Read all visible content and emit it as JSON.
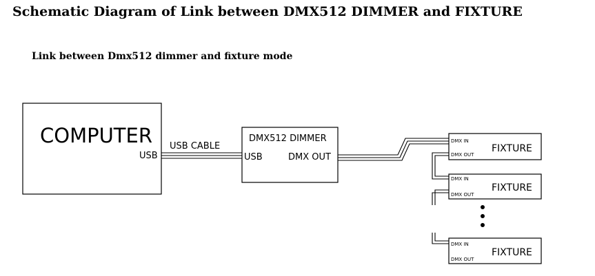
{
  "title": "Schematic Diagram of Link between DMX512 DIMMER and FIXTURE",
  "subtitle": "Link between Dmx512 dimmer and fixture mode",
  "computer": {
    "label": "COMPUTER",
    "port": "USB"
  },
  "cable_label": "USB CABLE",
  "dimmer": {
    "label": "DMX512 DIMMER",
    "in_port": "USB",
    "out_port": "DMX OUT"
  },
  "fixtures": [
    {
      "label": "FIXTURE",
      "in_port": "DMX IN",
      "out_port": "DMX OUT"
    },
    {
      "label": "FIXTURE",
      "in_port": "DMX IN",
      "out_port": "DMX OUT"
    },
    {
      "label": "FIXTURE",
      "in_port": "DMX IN",
      "out_port": "DMX OUT"
    }
  ]
}
